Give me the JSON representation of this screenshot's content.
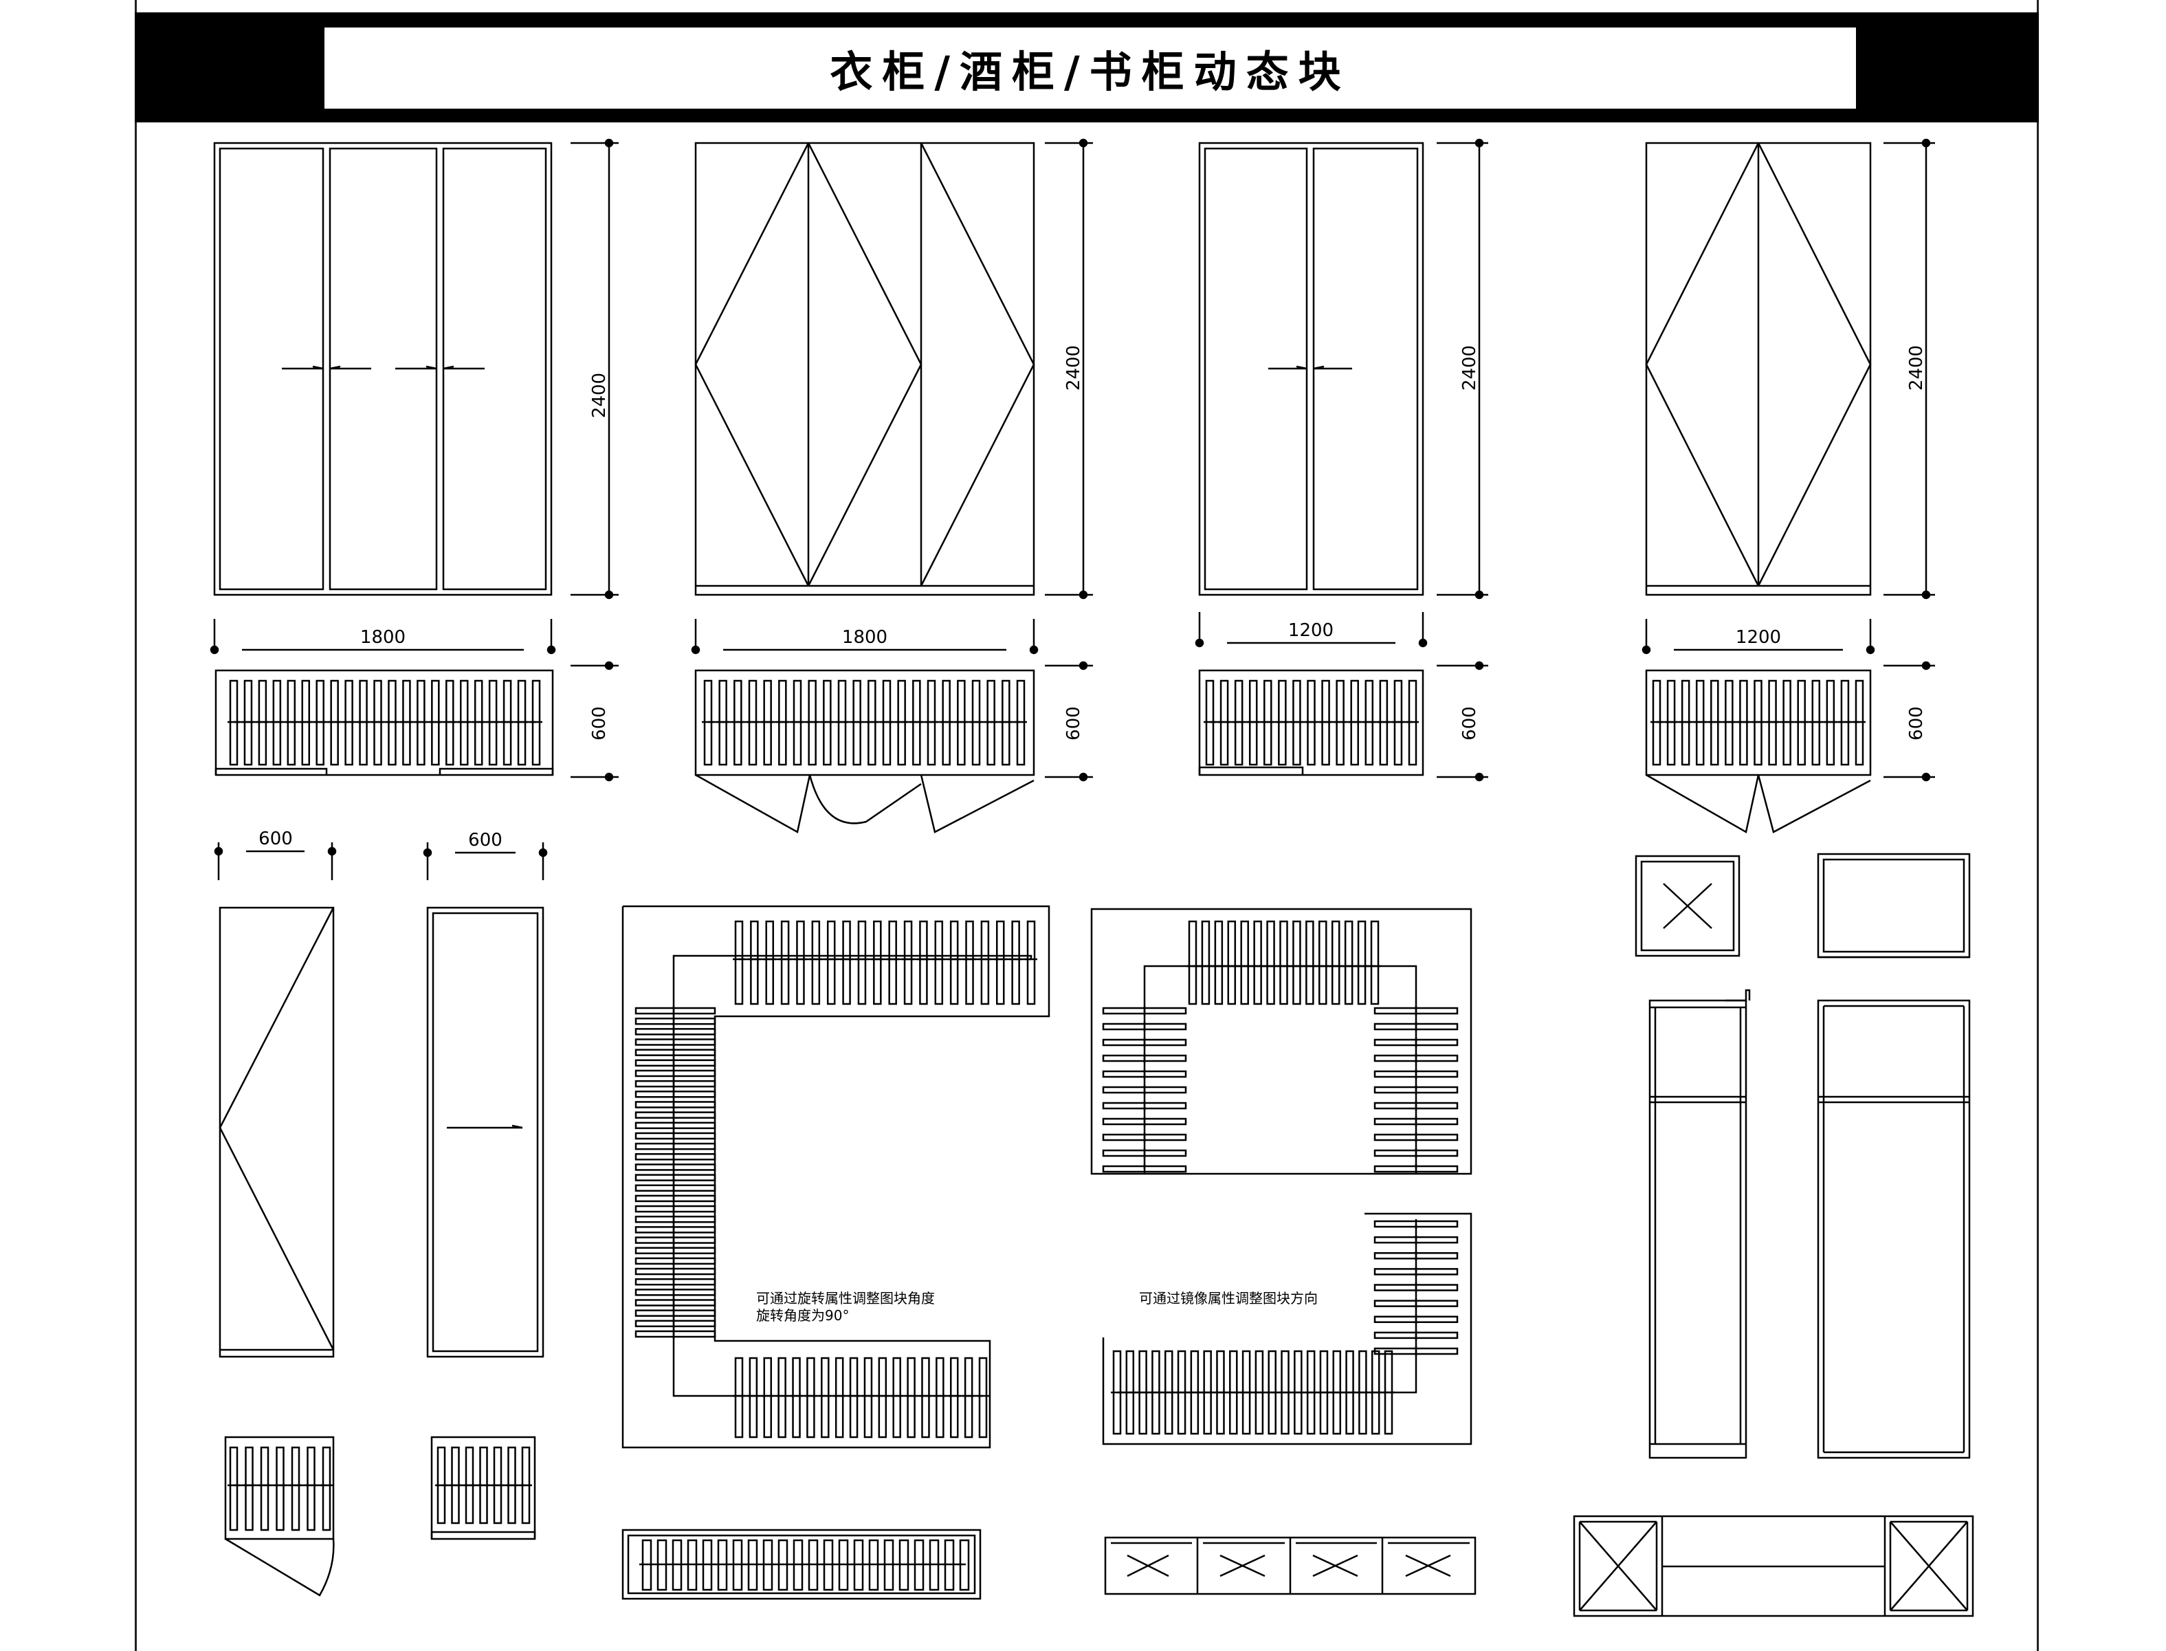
{
  "title": "衣柜/酒柜/书柜动态块",
  "dimensions": {
    "height": "2400",
    "width_1800": "1800",
    "width_1200": "1200",
    "depth": "600",
    "side_width": "600"
  },
  "notes": {
    "rotate_line1": "可通过旋转属性调整图块角度",
    "rotate_line2": "旋转角度为90°",
    "mirror": "可通过镜像属性调整图块方向"
  }
}
